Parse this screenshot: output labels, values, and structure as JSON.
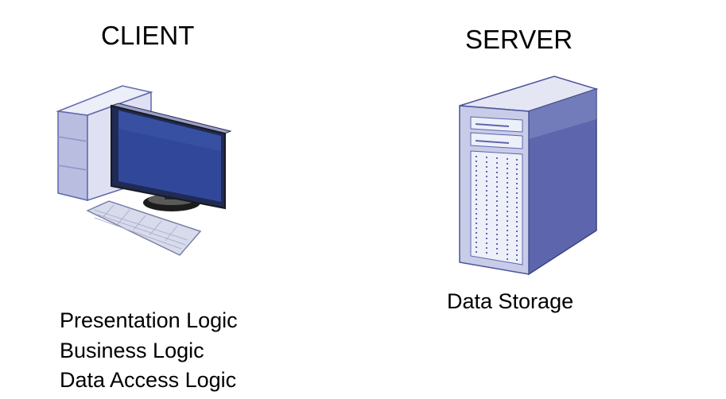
{
  "client": {
    "heading": "CLIENT",
    "logic": [
      "Presentation Logic",
      "Business Logic",
      "Data Access Logic"
    ]
  },
  "server": {
    "heading": "SERVER",
    "logic": [
      "Data Storage"
    ]
  },
  "icons": {
    "client": "desktop-computer-icon",
    "server": "server-tower-icon"
  },
  "colors": {
    "case_light": "#dfe1f2",
    "case_mid": "#b9bddf",
    "case_dark": "#5f68ad",
    "screen": "#31489a",
    "server_front": "#c8cce8",
    "server_side": "#5d66ad"
  }
}
